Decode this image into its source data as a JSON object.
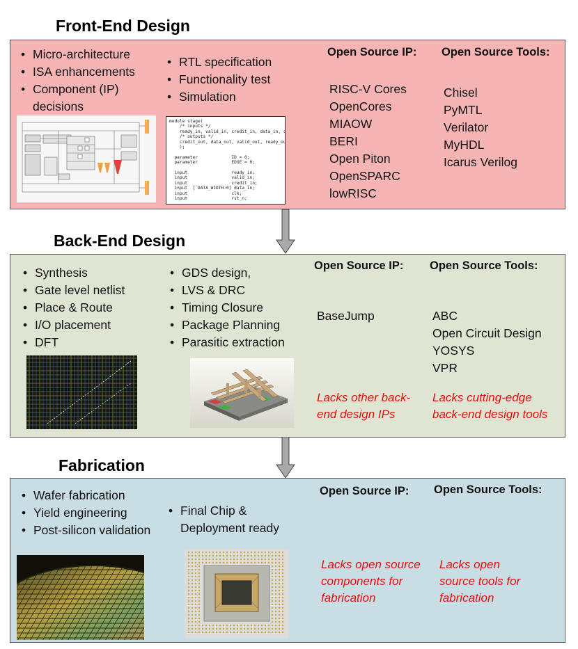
{
  "front_end": {
    "title": "Front-End Design",
    "bullets_left": [
      "Micro-architecture",
      "ISA enhancements",
      "Component (IP) decisions"
    ],
    "bullets_mid": [
      "RTL specification",
      "Functionality test",
      "Simulation"
    ],
    "ip_header": "Open Source IP:",
    "tools_header": "Open Source Tools:",
    "ip_list": [
      "RISC-V Cores",
      "OpenCores",
      "MIAOW",
      "BERI",
      "Open Piton",
      "OpenSPARC",
      "lowRISC"
    ],
    "tools_list": [
      "Chisel",
      "PyMTL",
      "Verilator",
      "MyHDL",
      "Icarus Verilog"
    ],
    "code_lines": [
      "module stage(",
      "    /* inputs */",
      "    ready_in, valid_in, credit_in, data_in, clk, rst_n,",
      "    /* outputs */",
      "    credit_out, data_out, valid_out, ready_out, err",
      "    );",
      "",
      "  parameter             ID = 0;",
      "  parameter             EDGE = 0;",
      "",
      "  input                 ready_in;",
      "  input                 valid_in;",
      "  input                 credit_in;",
      "  input  [`DATA_WIDTH:0] data_in;",
      "  input                 clk;",
      "  input                 rst_n;"
    ]
  },
  "back_end": {
    "title": "Back-End Design",
    "bullets_left": [
      "Synthesis",
      "Gate level netlist",
      "Place & Route",
      "I/O placement",
      "DFT"
    ],
    "bullets_mid": [
      "GDS design,",
      "LVS & DRC",
      "Timing Closure",
      "Package Planning",
      "Parasitic extraction"
    ],
    "ip_header": "Open Source IP:",
    "tools_header": "Open Source Tools:",
    "ip_list": [
      "BaseJump"
    ],
    "tools_list": [
      "ABC",
      "Open Circuit Design",
      "YOSYS",
      "VPR"
    ],
    "ip_lack": [
      "Lacks other back-",
      "end design IPs"
    ],
    "tools_lack": [
      "Lacks cutting-edge",
      "back-end design tools"
    ]
  },
  "fabrication": {
    "title": "Fabrication",
    "bullets_left": [
      "Wafer fabrication",
      "Yield engineering",
      "Post-silicon validation"
    ],
    "bullets_mid": [
      "Final Chip & Deployment ready"
    ],
    "ip_header": "Open Source IP:",
    "tools_header": "Open Source Tools:",
    "ip_lack": [
      "Lacks open source",
      "components for",
      "fabrication"
    ],
    "tools_lack": [
      "Lacks open",
      "source tools for",
      "fabrication"
    ]
  },
  "colors": {
    "front_panel": "#f6b4b4",
    "back_panel": "#dfe5d2",
    "fab_panel": "#c8dde4",
    "lack_text": "#e01010"
  }
}
